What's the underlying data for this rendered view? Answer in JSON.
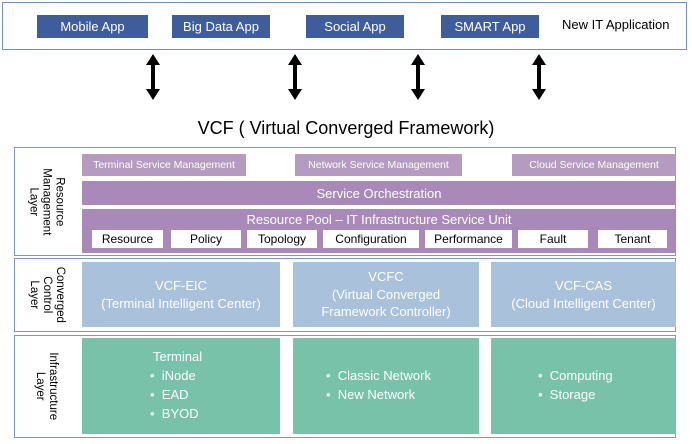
{
  "top_bar": {
    "apps": [
      "Mobile App",
      "Big Data App",
      "Social App",
      "SMART App"
    ],
    "label": "New IT Application"
  },
  "title": "VCF ( Virtual Converged Framework)",
  "resource_layer": {
    "label_line1": "Resource",
    "label_line2": "Management",
    "label_line3": "Layer",
    "service_management": [
      "Terminal Service Management",
      "Network Service Management",
      "Cloud Service Management"
    ],
    "orchestration": "Service Orchestration",
    "pool_title": "Resource Pool – IT Infrastructure Service Unit",
    "pool_items": [
      "Resource",
      "Policy",
      "Topology",
      "Configuration",
      "Performance",
      "Fault",
      "Tenant"
    ]
  },
  "control_layer": {
    "label_line1": "Converged",
    "label_line2": "Control",
    "label_line3": "Layer",
    "boxes": [
      {
        "line1": "VCF-EIC",
        "line2": "(Terminal Intelligent Center)",
        "line3": ""
      },
      {
        "line1": "VCFC",
        "line2": "(Virtual Converged",
        "line3": "Framework Controller)"
      },
      {
        "line1": "VCF-CAS",
        "line2": "(Cloud Intelligent Center)",
        "line3": ""
      }
    ]
  },
  "infrastructure_layer": {
    "label_line1": "Infrastructure",
    "label_line2": "Layer",
    "terminal_title": "Terminal",
    "terminal_items": [
      "iNode",
      "EAD",
      "BYOD"
    ],
    "network_items": [
      "Classic Network",
      "New Network"
    ],
    "compute_items": [
      "Computing",
      "Storage"
    ]
  },
  "colors": {
    "app_button": "#3f5d9a",
    "service_management": "#b59bc0",
    "resource_band": "#a989b8",
    "control_box": "#a9c1da",
    "infrastructure_box": "#78c2aa"
  }
}
